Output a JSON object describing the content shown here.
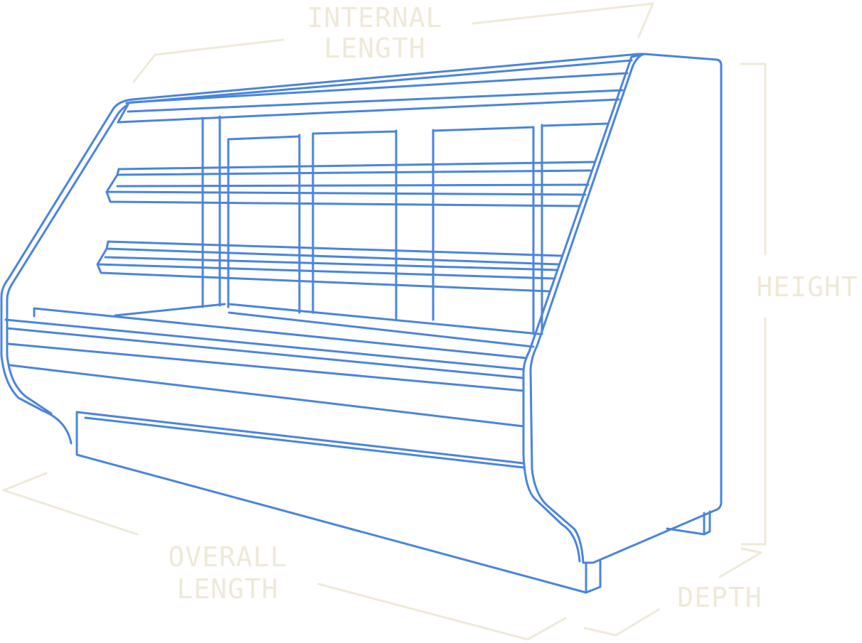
{
  "labels": {
    "internal_length": [
      "INTERNAL",
      "LENGTH"
    ],
    "overall_length": [
      "OVERALL",
      "LENGTH"
    ],
    "height": "HEIGHT",
    "depth": "DEPTH"
  },
  "colors": {
    "outline": "#4a84de",
    "dimension": "#efe9d8",
    "background": "#ffffff"
  }
}
